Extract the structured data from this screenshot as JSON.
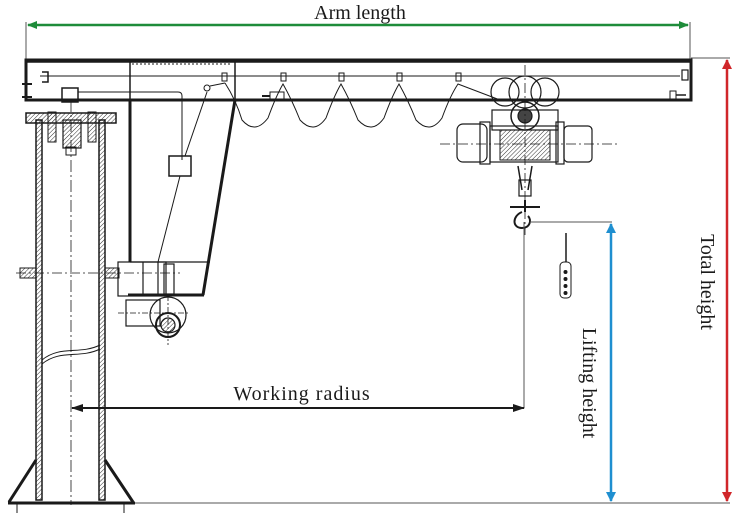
{
  "diagram": {
    "title": "Pillar jib crane dimension drawing",
    "labels": {
      "arm_length": "Arm length",
      "working_radius": "Working radius",
      "lifting_height": "Lifting height",
      "total_height": "Total height"
    },
    "colors": {
      "arm_length": "#1e8c3a",
      "lifting_height": "#1f8fd0",
      "total_height": "#d0262a",
      "drawing": "#1a1a1a",
      "background": "#ffffff"
    },
    "components": [
      "pillar-column",
      "base-plate",
      "slewing-bearing",
      "jib-arm",
      "festoon-cable",
      "electric-wire-rope-hoist",
      "hook-block",
      "pendant-control",
      "slewing-motor"
    ]
  }
}
